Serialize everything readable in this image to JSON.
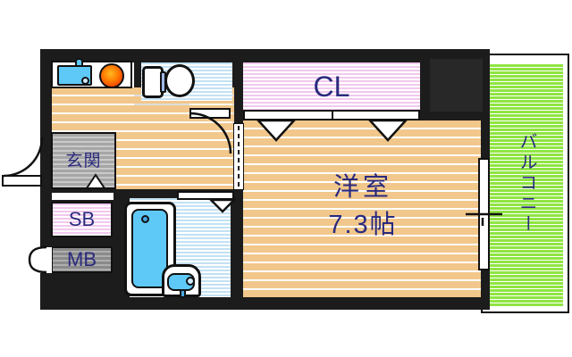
{
  "floorplan": {
    "rooms": {
      "entrance_label": "玄関",
      "shoe_box_label": "SB",
      "meter_box_label": "MB",
      "closet_label": "CL",
      "western_room_label": "洋室",
      "western_room_size": "7.3帖",
      "balcony_label": "バルコニー"
    },
    "fixtures": [
      "kitchen-sink",
      "stove-burner",
      "toilet",
      "bathtub",
      "washbasin",
      "sliding-window",
      "entry-door"
    ],
    "colors": {
      "wall": "#1c1c1c",
      "floor_orange": "#f1c78b",
      "water_blue": "#c3e1f3",
      "closet_pink": "#f1c9ee",
      "balcony_green": "#8fe542",
      "entrance_gray": "#a6a6a6",
      "meter_gray": "#8a8a8a",
      "fixture_blue": "#5ec9f7",
      "burner_orange": "#ff5a00",
      "text_navy": "#2a2a7e"
    }
  }
}
